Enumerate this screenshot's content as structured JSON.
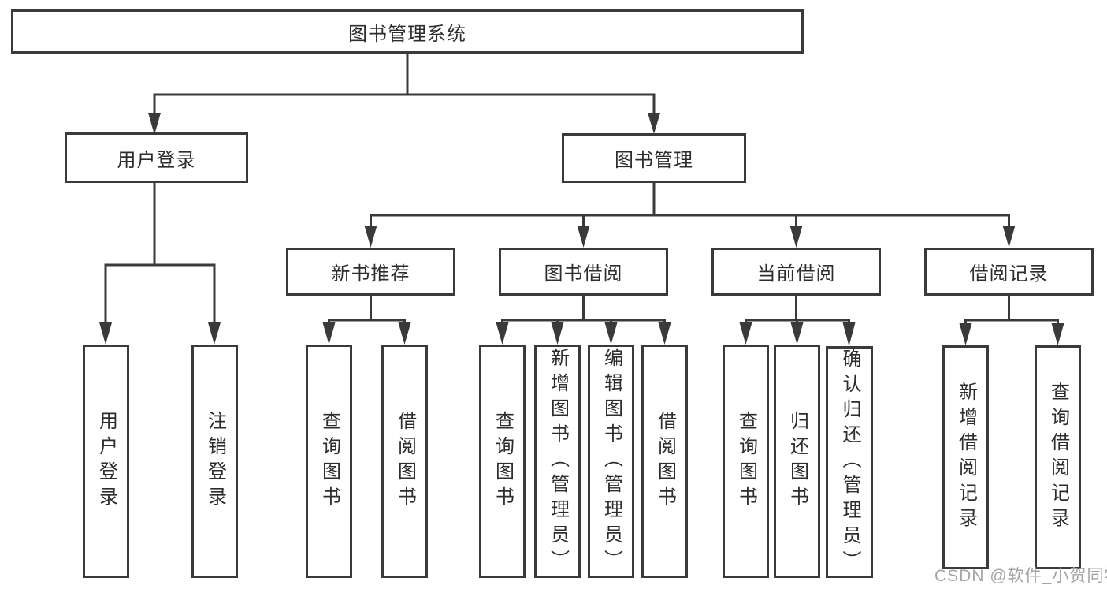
{
  "diagram": {
    "title": "图书管理系统",
    "branches": [
      {
        "label": "用户登录",
        "children": [
          {
            "label": "用户登录"
          },
          {
            "label": "注销登录"
          }
        ]
      },
      {
        "label": "图书管理",
        "children": [
          {
            "label": "新书推荐",
            "children": [
              {
                "label": "查询图书"
              },
              {
                "label": "借阅图书"
              }
            ]
          },
          {
            "label": "图书借阅",
            "children": [
              {
                "label": "查询图书"
              },
              {
                "label": "新增图书（管理员）"
              },
              {
                "label": "编辑图书（管理员）"
              },
              {
                "label": "借阅图书"
              }
            ]
          },
          {
            "label": "当前借阅",
            "children": [
              {
                "label": "查询图书"
              },
              {
                "label": "归还图书"
              },
              {
                "label": "确认归还（管理员）"
              }
            ]
          },
          {
            "label": "借阅记录",
            "children": [
              {
                "label": "新增借阅记录"
              },
              {
                "label": "查询借阅记录"
              }
            ]
          }
        ]
      }
    ]
  },
  "watermark": {
    "text": "CSDN @软件_小贺同学"
  },
  "colors": {
    "line": "#3a3a3c",
    "box_border": "#3a3a3c",
    "text": "#2d2d2f",
    "watermark": "#a8a1a6",
    "background": "#ffffff"
  }
}
